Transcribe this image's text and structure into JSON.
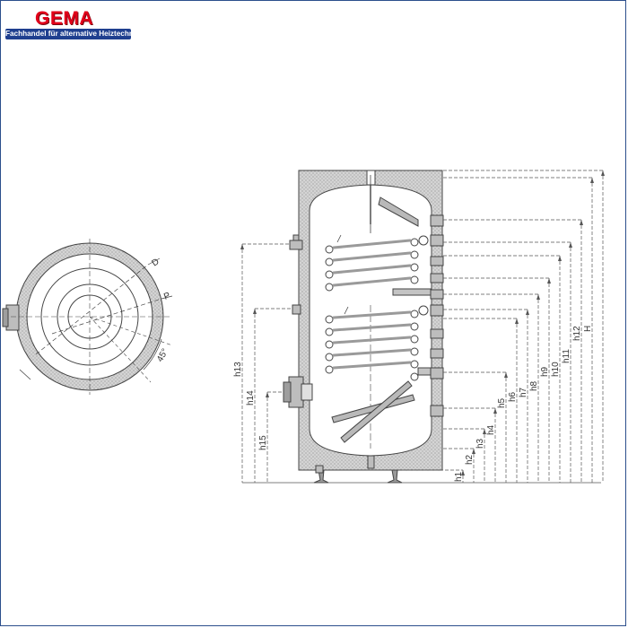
{
  "brand": {
    "name": "GEMA",
    "tagline": "Fachhandel für alternative Heiztechnik",
    "color_red": "#e2001a",
    "color_blue": "#1f3f8f"
  },
  "plan_view": {
    "labels": {
      "d": "D",
      "p": "P",
      "angle": "45°"
    }
  },
  "elevation": {
    "height_labels": [
      "h1",
      "h2",
      "h3",
      "h4",
      "h5",
      "h6",
      "h7",
      "h8",
      "h9",
      "h10",
      "h11",
      "h12",
      "H"
    ],
    "left_height_labels": [
      "h13",
      "h14",
      "h15"
    ]
  },
  "colors": {
    "line": "#444444",
    "insulation": "#c9c9c9",
    "frame": "#2c4f8c"
  }
}
